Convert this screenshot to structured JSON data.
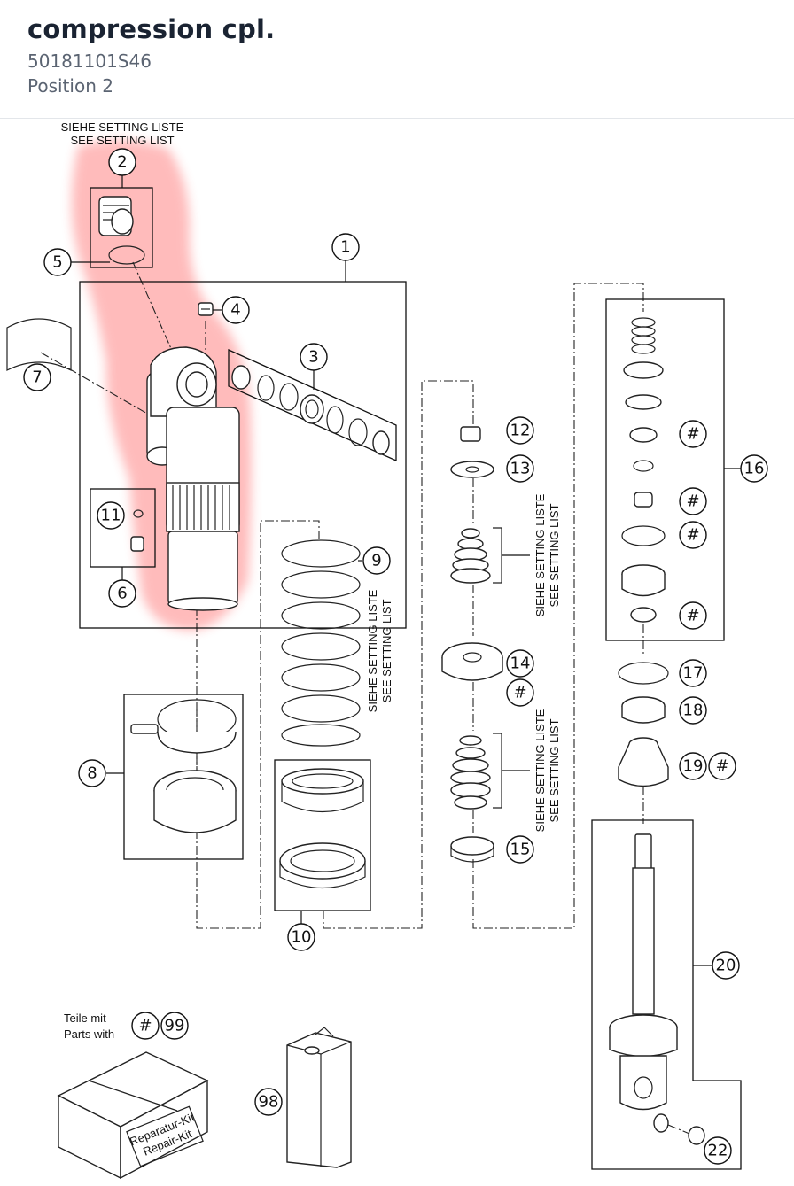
{
  "header": {
    "title": "compression cpl.",
    "part_number": "50181101S46",
    "position": "Position 2"
  },
  "notes": {
    "setting_de": "SIEHE SETTING LISTE",
    "setting_en": "SEE SETTING LIST",
    "parts_de": "Teile mit",
    "parts_en": "Parts with",
    "kit_de": "Reparatur-Kit",
    "kit_en": "Repair-Kit"
  },
  "callouts": {
    "c1": "1",
    "c2": "2",
    "c3": "3",
    "c4": "4",
    "c5": "5",
    "c6": "6",
    "c7": "7",
    "c8": "8",
    "c9": "9",
    "c10": "10",
    "c11": "11",
    "c12": "12",
    "c13": "13",
    "c14": "14",
    "c15": "15",
    "c16": "16",
    "c17": "17",
    "c18": "18",
    "c19": "19",
    "c20": "20",
    "c22": "22",
    "c98": "98",
    "c99": "99",
    "hash": "#"
  },
  "colors": {
    "highlight": "#ff6b6b",
    "ink": "#111111",
    "title": "#1a2332",
    "subtitle": "#5b6472"
  }
}
